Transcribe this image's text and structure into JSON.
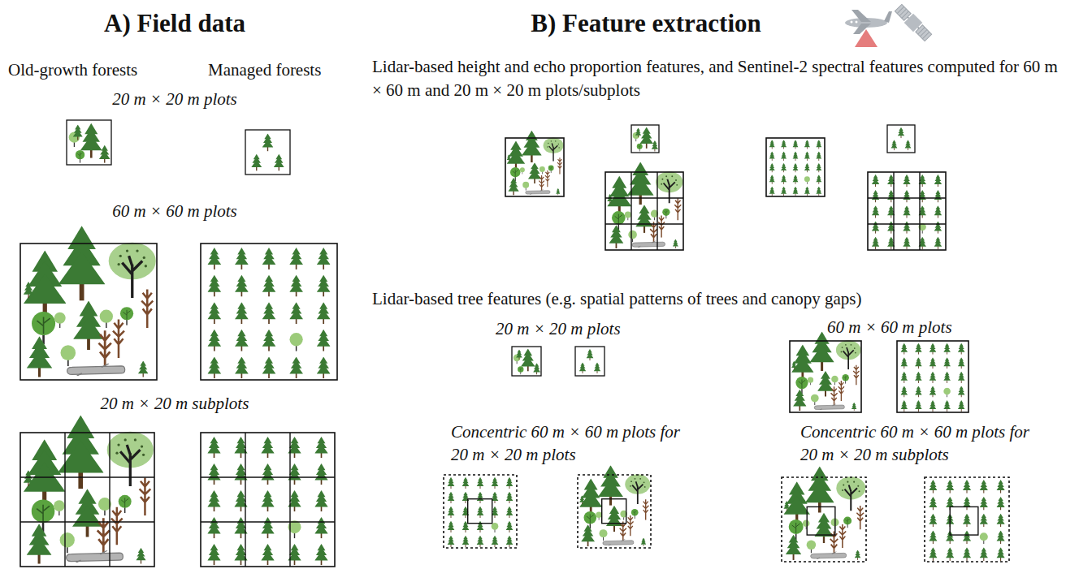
{
  "diagram": {
    "labels": [
      "A) Field data",
      "B) Feature extraction",
      "Old-growth forests",
      "Managed forests",
      "20 m × 20 m plots",
      "Lidar-based height and echo proportion features, and Sentinel-2 spectral features computed for 60 m × 60 m and 20 m × 20 m plots/subplots",
      "60 m × 60 m plots",
      "20 m × 20 m subplots",
      "Lidar-based tree features (e.g. spatial patterns of trees and canopy gaps)",
      "20 m × 20 m plots",
      "60 m × 60 m plots",
      "Concentric 60 m × 60 m plots for 20 m × 20 m plots",
      "Concentric 60 m × 60 m plots for 20 m × 20 m subplots"
    ]
  }
}
